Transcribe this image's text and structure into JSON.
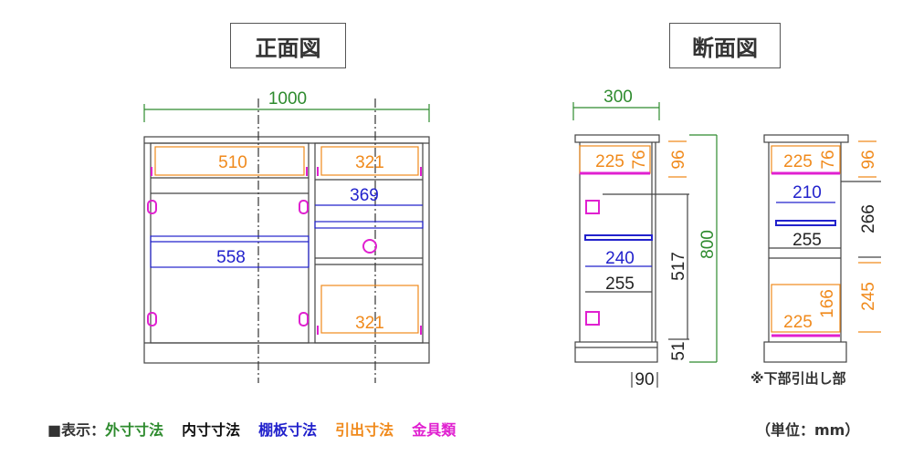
{
  "titles": {
    "front": "正面図",
    "section": "断面図"
  },
  "front": {
    "width": "1000",
    "drawer_left": "510",
    "drawer_right_top": "321",
    "shelf_right": "369",
    "shelf_left": "558",
    "drawer_right_bottom": "321"
  },
  "section1": {
    "depth": "300",
    "drawer_depth": "225",
    "drawer_height": "76",
    "drawer_opening": "96",
    "shelf_depth": "240",
    "inner_depth": "255",
    "inner_height": "517",
    "total_height": "800",
    "plinth": "51",
    "setback": "90"
  },
  "section2": {
    "drawer_depth": "225",
    "drawer_height": "76",
    "drawer_opening": "96",
    "shelf_depth": "210",
    "inner_depth": "255",
    "inner_height": "266",
    "lower_opening": "245",
    "lower_drawer_depth": "225",
    "lower_drawer_height": "166",
    "note": "※下部引出し部"
  },
  "legend": {
    "prefix": "■表示：",
    "items": [
      {
        "label": "外寸寸法",
        "color": "#2e8b2e"
      },
      {
        "label": "内寸寸法",
        "color": "#111111"
      },
      {
        "label": "棚板寸法",
        "color": "#2222cc"
      },
      {
        "label": "引出寸法",
        "color": "#f08a1c"
      },
      {
        "label": "金具類",
        "color": "#e020d0"
      }
    ],
    "unit": "（単位：mm）"
  }
}
